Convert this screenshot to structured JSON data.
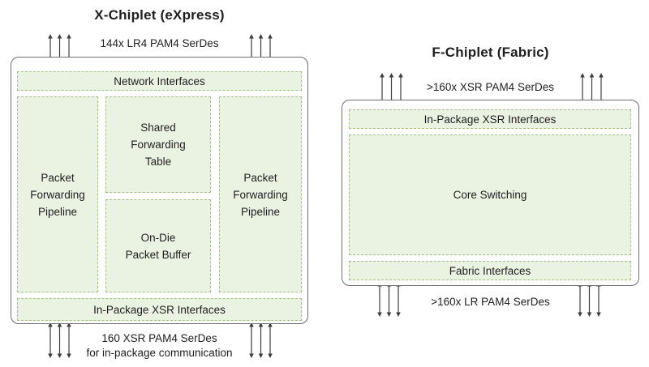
{
  "x_chiplet": {
    "title": "X-Chiplet (eXpress)",
    "top_serdes_label": "144x LR4 PAM4 SerDes",
    "network_interfaces_label": "Network Interfaces",
    "left_pipeline_label": "Packet Forwarding Pipeline",
    "shared_forwarding_table_label": "Shared Forwarding Table",
    "on_die_packet_buffer_label": "On-Die Packet Buffer",
    "right_pipeline_label": "Packet Forwarding Pipeline",
    "xsr_interfaces_label": "In-Package XSR Interfaces",
    "bottom_serdes_label_line1": "160 XSR PAM4 SerDes",
    "bottom_serdes_label_line2": "for in-package communication"
  },
  "f_chiplet": {
    "title": "F-Chiplet (Fabric)",
    "top_serdes_label": ">160x XSR PAM4 SerDes",
    "xsr_interfaces_label": "In-Package XSR Interfaces",
    "core_switching_label": "Core Switching",
    "fabric_interfaces_label": "Fabric Interfaces",
    "bottom_serdes_label": ">160x LR PAM4 SerDes"
  },
  "colors": {
    "background": "#ffffff",
    "text": "#1f1f1f",
    "block_fill": "#eaf2e2",
    "block_border": "#a3c08a",
    "chip_border": "#6f6f6f",
    "arrow": "#3d3d3d"
  }
}
